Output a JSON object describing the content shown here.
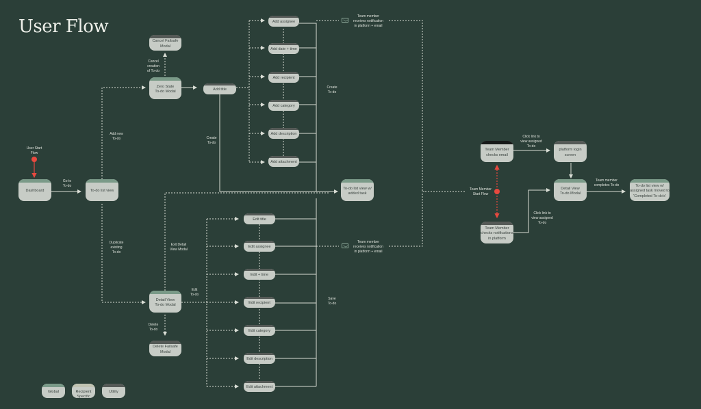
{
  "title": "User Flow",
  "colors": {
    "background": "#2b3f38",
    "node_fill": "#c7ccc6",
    "global_cap": "#7a9a88",
    "utility_cap": "#555a57",
    "case_recipient_cap": "#c0c3b2",
    "start_flow": "#e8493f",
    "connector": "#d9ddd5"
  },
  "nodes": {
    "dashboard": "Dashboard",
    "todo_list_view": "To-do list view",
    "zero_state": "Zero State\nTo-do Modal",
    "cancel_failsafe": "Cancel Failsafe\nModal",
    "add_title": "Add title",
    "add_assignee": "Add assignee",
    "add_date_time": "Add date + time",
    "add_recipient": "Add recipient",
    "add_category": "Add category",
    "add_description": "Add description",
    "add_attachment": "Add attachment",
    "todo_added": "To-do list view w/\nadded task",
    "detail_view": "Detail View\nTo-do Modal",
    "delete_failsafe": "Delete Failsafe\nModal",
    "edit_title": "Edit title",
    "edit_assignee": "Edit assignee",
    "edit_time": "Edit + time",
    "edit_recipient": "Edit recipient",
    "edit_category": "Edit category",
    "edit_description": "Edit description",
    "edit_attachment": "Edit attachment",
    "tm_checks_email": "Team Member\nchecks email",
    "tm_checks_notifications": "Team Member\nchecks notifications\nin platform",
    "platform_login": "platform login\nscreen",
    "tm_detail_view": "Detail View\nTo-do Modal",
    "todo_completed": "To-do list view w/\nassigned task moved to\n'Completed To-do's'"
  },
  "labels": {
    "user_start": "User Start\nFlow",
    "go_to_todo": "Go to\nTo-do",
    "add_new_todo": "Add new\nTo-do",
    "cancel_creation": "Cancel\ncreation\nof To-do",
    "create_todo_1": "Create\nTo-do",
    "create_todo_2": "Create\nTo-do",
    "notify_1": "Team member\nreceives notification\nin platform + email",
    "notify_2": "Team member\nreceives notification\nin platform + email",
    "duplicate": "Duplicate\nexisting\nTo-do",
    "exit_detail": "Exit Detail\nView Modal",
    "edit_todo": "Edit\nTo-do",
    "delete_todo": "Delete\nTo-do",
    "save_todo": "Save\nTo-do",
    "tm_start": "Team Member\nStart Flow",
    "click_link_email": "Click link to\nview assigned\nTo-do",
    "click_link_platform": "Click link to\nview assigned\nTo-do",
    "tm_completes": "Team member\ncompletes To-do"
  },
  "legend": [
    {
      "label": "Global",
      "type": "global"
    },
    {
      "label": "Case Recipient\nSpecific",
      "type": "case"
    },
    {
      "label": "Utility",
      "type": "utility"
    }
  ]
}
